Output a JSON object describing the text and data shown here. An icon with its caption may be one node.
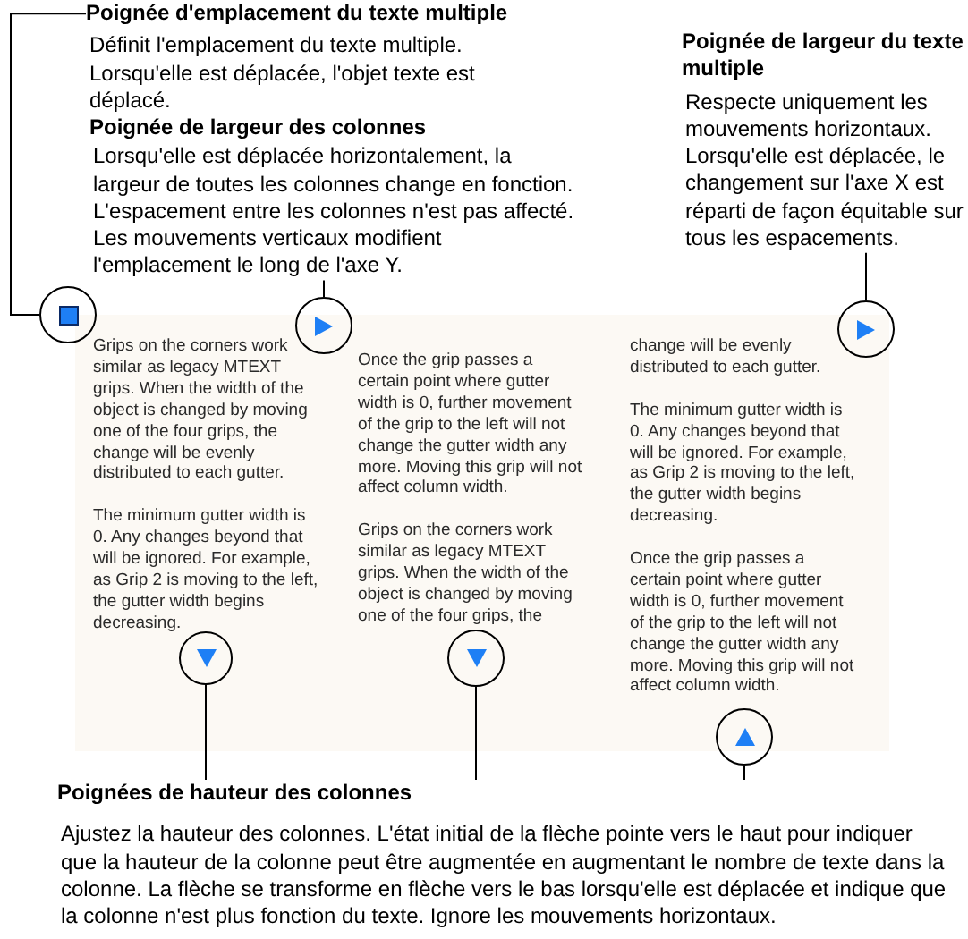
{
  "diagram": {
    "nodes": [
      {
        "text": [
          "Poignée d'emplacement du texte multiple",
          "Définit l'emplacement du texte multiple. Lorsqu'elle est déplacée, l'objet texte est déplacé."
        ]
      },
      {
        "text": [
          "Poignée de largeur des colonnes",
          "Lorsqu'elle est déplacée horizontalement, la largeur de toutes les colonnes change en fonction. L'espacement entre les colonnes n'est pas affecté. Les mouvements verticaux modifient l'emplacement le long de l'axe Y."
        ]
      },
      {
        "text": [
          "Poignée de largeur du texte multiple",
          "Respecte uniquement les mouvements horizontaux. Lorsqu'elle est déplacée, le changement sur l'axe X est réparti de façon équitable sur tous les espacements."
        ]
      },
      {
        "text": [],
        "shape": "circle"
      },
      {
        "text": [],
        "shape": "circle"
      },
      {
        "text": [],
        "shape": "circle"
      },
      {
        "text": [
          "Grips on the corners work similar as legacy MTEXT grips. When the width of the object is changed by moving one of the four grips, the change will be evenly distributed to each gutter.",
          "The minimum gutter width is 0. Any changes beyond that will be ignored. For example, as Grip 2 is moving to the left, the gutter width begins decreasing.",
          "Once the grip passes a certain point where gutter width is 0, further movement of the grip to the left will not change the gutter width any more. Moving this grip will not affect column width.",
          "Grips on the corners work similar as legacy MTEXT grips. When the width of the object is changed by moving one of the four grips, the",
          "change will be evenly distributed to each gutter.",
          "The minimum gutter width is 0. Any changes beyond that will be ignored. For example, as Grip 2 is moving to the left, the gutter width begins decreasing.",
          "Once the grip passes a certain point where gutter width is 0, further movement of the grip to the left will not change the gutter width any more. Moving this grip will not affect column width."
        ]
      },
      {
        "text": [],
        "shape": "circle",
        "in": 6
      },
      {
        "text": [],
        "shape": "circle",
        "in": 6
      },
      {
        "text": [],
        "shape": "circle"
      },
      {
        "text": [
          "Poignées de hauteur des colonnes",
          "Ajustez la hauteur des colonnes. L'état initial de la flèche pointe vers le haut pour indiquer que la hauteur de la colonne peut être augmentée en augmentant le nombre de texte dans la colonne. La flèche se transforme en flèche vers le bas lorsqu'elle est déplacée et indique que la colonne n'est plus fonction du texte. Ignore les mouvements horizontaux."
        ]
      }
    ],
    "edges": [
      {
        "from": 0,
        "to": 3,
        "arrow": "none"
      },
      {
        "from": 1,
        "to": 4,
        "arrow": "none"
      },
      {
        "from": 2,
        "to": 5,
        "arrow": "none"
      },
      {
        "from": 10,
        "to": 7,
        "arrow": "none"
      },
      {
        "from": 10,
        "to": 8,
        "arrow": "none"
      },
      {
        "from": 10,
        "to": 9,
        "arrow": "none"
      }
    ]
  }
}
